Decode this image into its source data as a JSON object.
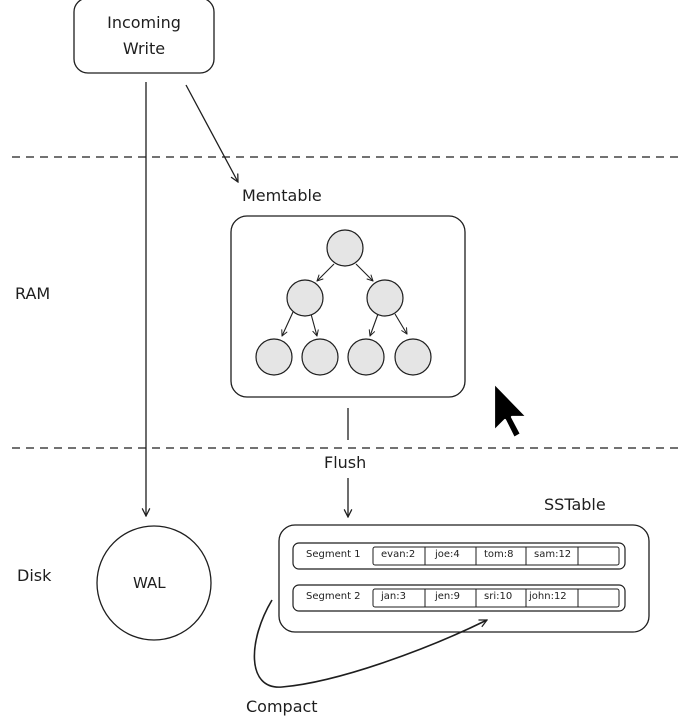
{
  "incoming": {
    "line1": "Incoming",
    "line2": "Write"
  },
  "zones": {
    "ram": "RAM",
    "disk": "Disk"
  },
  "memtable": {
    "title": "Memtable"
  },
  "flush": "Flush",
  "sstable": {
    "title": "SSTable",
    "segments": [
      {
        "label": "Segment 1",
        "cells": [
          "evan:2",
          "joe:4",
          "tom:8",
          "sam:12",
          ""
        ]
      },
      {
        "label": "Segment 2",
        "cells": [
          "jan:3",
          "jen:9",
          "sri:10",
          "john:12",
          ""
        ]
      }
    ]
  },
  "wal": "WAL",
  "compact": "Compact",
  "colors": {
    "stroke": "#1e1e1e",
    "node_fill": "#e5e5e5",
    "background": "#ffffff"
  }
}
